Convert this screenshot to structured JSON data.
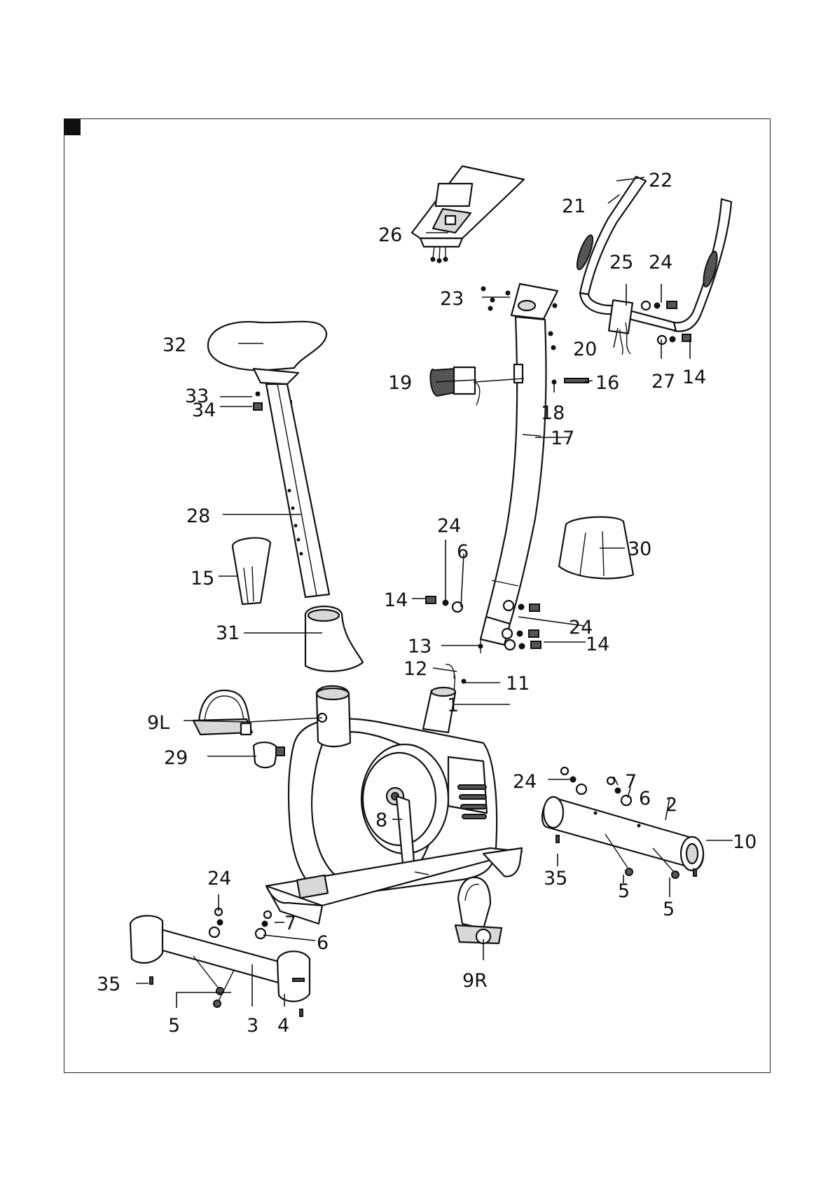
{
  "title": "Exploded parts diagram",
  "parts": [
    {
      "id": "p1",
      "label": "1"
    },
    {
      "id": "p2",
      "label": "2"
    },
    {
      "id": "p3",
      "label": "3"
    },
    {
      "id": "p4",
      "label": "4"
    },
    {
      "id": "p5a",
      "label": "5"
    },
    {
      "id": "p5b",
      "label": "5"
    },
    {
      "id": "p5c",
      "label": "5"
    },
    {
      "id": "p6a",
      "label": "6"
    },
    {
      "id": "p6b",
      "label": "6"
    },
    {
      "id": "p6c",
      "label": "6"
    },
    {
      "id": "p7a",
      "label": "7"
    },
    {
      "id": "p7b",
      "label": "7"
    },
    {
      "id": "p8",
      "label": "8"
    },
    {
      "id": "p9L",
      "label": "9L"
    },
    {
      "id": "p9R",
      "label": "9R"
    },
    {
      "id": "p10",
      "label": "10"
    },
    {
      "id": "p11",
      "label": "11"
    },
    {
      "id": "p12",
      "label": "12"
    },
    {
      "id": "p13",
      "label": "13"
    },
    {
      "id": "p14a",
      "label": "14"
    },
    {
      "id": "p14b",
      "label": "14"
    },
    {
      "id": "p14c",
      "label": "14"
    },
    {
      "id": "p15",
      "label": "15"
    },
    {
      "id": "p16",
      "label": "16"
    },
    {
      "id": "p17",
      "label": "17"
    },
    {
      "id": "p18",
      "label": "18"
    },
    {
      "id": "p19",
      "label": "19"
    },
    {
      "id": "p20",
      "label": "20"
    },
    {
      "id": "p21",
      "label": "21"
    },
    {
      "id": "p22",
      "label": "22"
    },
    {
      "id": "p23",
      "label": "23"
    },
    {
      "id": "p24a",
      "label": "24"
    },
    {
      "id": "p24b",
      "label": "24"
    },
    {
      "id": "p24c",
      "label": "24"
    },
    {
      "id": "p24d",
      "label": "24"
    },
    {
      "id": "p24e",
      "label": "24"
    },
    {
      "id": "p25",
      "label": "25"
    },
    {
      "id": "p26",
      "label": "26"
    },
    {
      "id": "p27",
      "label": "27"
    },
    {
      "id": "p28",
      "label": "28"
    },
    {
      "id": "p29",
      "label": "29"
    },
    {
      "id": "p30",
      "label": "30"
    },
    {
      "id": "p31",
      "label": "31"
    },
    {
      "id": "p32",
      "label": "32"
    },
    {
      "id": "p33",
      "label": "33"
    },
    {
      "id": "p34",
      "label": "34"
    },
    {
      "id": "p35a",
      "label": "35"
    },
    {
      "id": "p35b",
      "label": "35"
    }
  ]
}
